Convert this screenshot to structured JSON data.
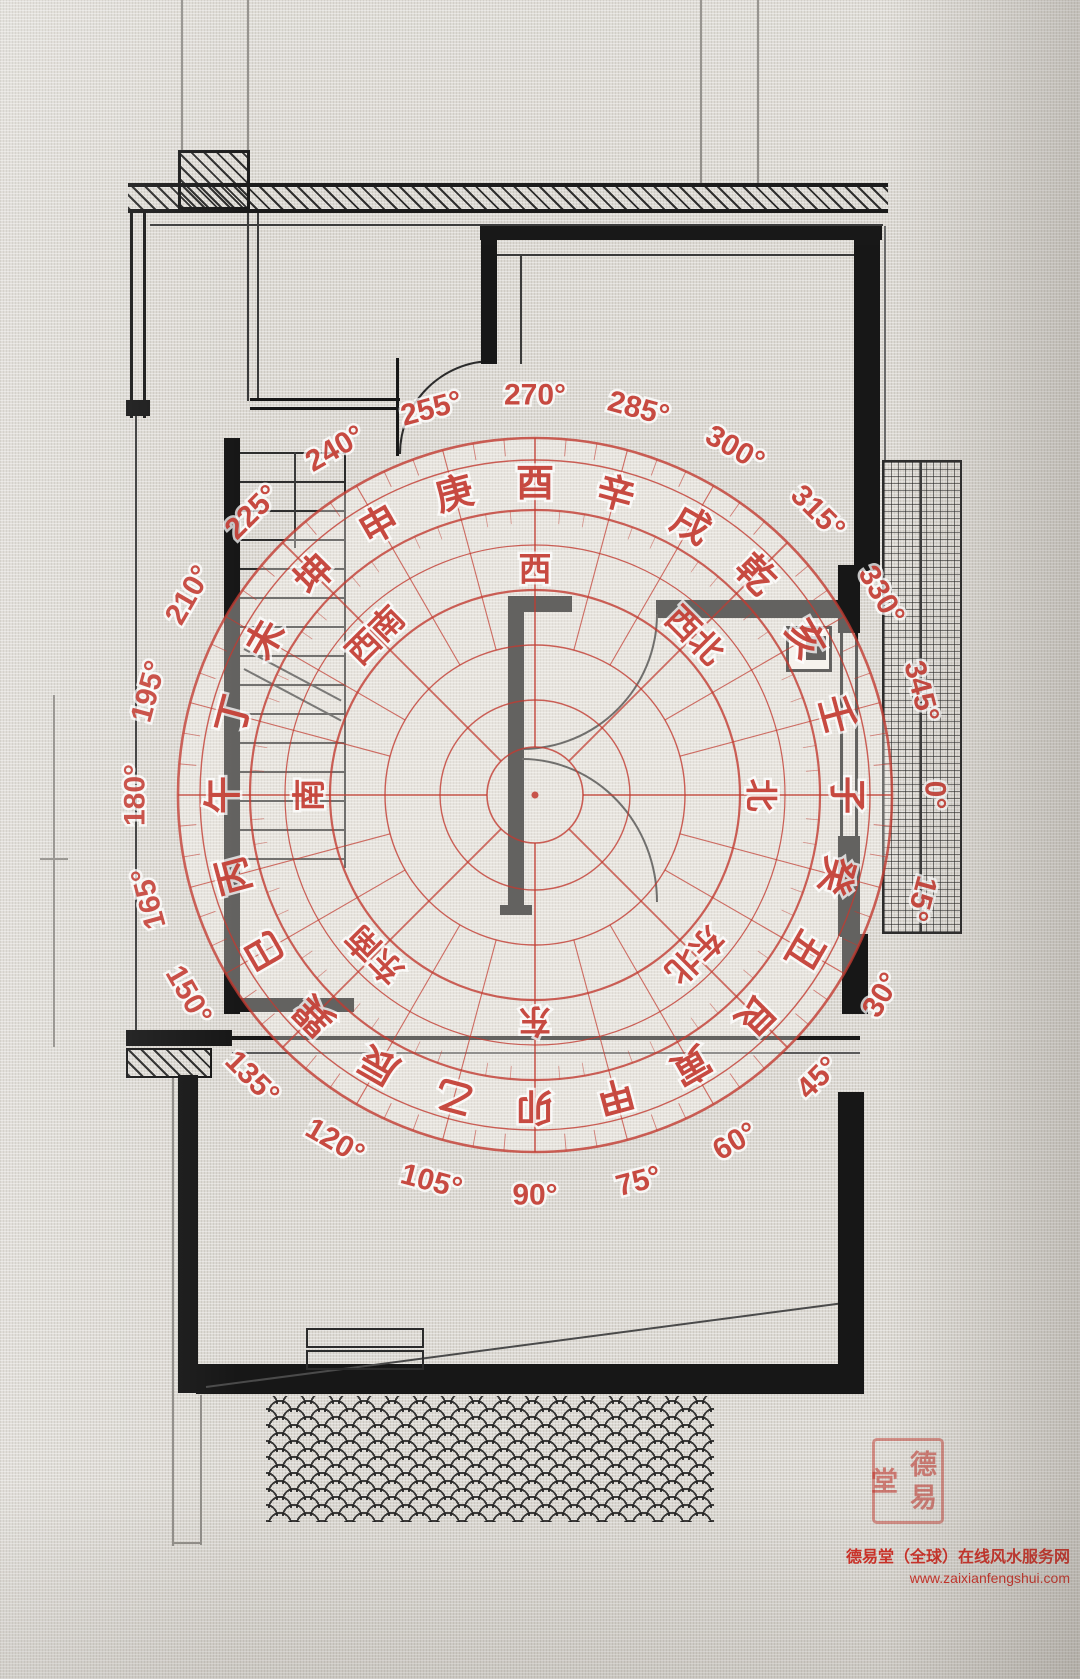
{
  "compass": {
    "color": "#c23b31",
    "degree_labels": [
      {
        "text": "0°",
        "deg": 0
      },
      {
        "text": "15°",
        "deg": 15
      },
      {
        "text": "30°",
        "deg": 30
      },
      {
        "text": "45°",
        "deg": 45
      },
      {
        "text": "60°",
        "deg": 60
      },
      {
        "text": "75°",
        "deg": 75
      },
      {
        "text": "90°",
        "deg": 90
      },
      {
        "text": "105°",
        "deg": 105
      },
      {
        "text": "120°",
        "deg": 120
      },
      {
        "text": "135°",
        "deg": 135
      },
      {
        "text": "150°",
        "deg": 150
      },
      {
        "text": "165°",
        "deg": 165
      },
      {
        "text": "180°",
        "deg": 180
      },
      {
        "text": "195°",
        "deg": 195
      },
      {
        "text": "210°",
        "deg": 210
      },
      {
        "text": "225°",
        "deg": 225
      },
      {
        "text": "240°",
        "deg": 240
      },
      {
        "text": "255°",
        "deg": 255
      },
      {
        "text": "270°",
        "deg": 270
      },
      {
        "text": "285°",
        "deg": 285
      },
      {
        "text": "300°",
        "deg": 300
      },
      {
        "text": "315°",
        "deg": 315
      },
      {
        "text": "330°",
        "deg": 330
      },
      {
        "text": "345°",
        "deg": 345
      }
    ],
    "mountain_labels": [
      {
        "text": "子",
        "deg": 0
      },
      {
        "text": "癸",
        "deg": 15
      },
      {
        "text": "丑",
        "deg": 30
      },
      {
        "text": "艮",
        "deg": 45
      },
      {
        "text": "寅",
        "deg": 60
      },
      {
        "text": "甲",
        "deg": 75
      },
      {
        "text": "卯",
        "deg": 90
      },
      {
        "text": "乙",
        "deg": 105
      },
      {
        "text": "辰",
        "deg": 120
      },
      {
        "text": "巽",
        "deg": 135
      },
      {
        "text": "巳",
        "deg": 150
      },
      {
        "text": "丙",
        "deg": 165
      },
      {
        "text": "午",
        "deg": 180
      },
      {
        "text": "丁",
        "deg": 195
      },
      {
        "text": "未",
        "deg": 210
      },
      {
        "text": "坤",
        "deg": 225
      },
      {
        "text": "申",
        "deg": 240
      },
      {
        "text": "庚",
        "deg": 255
      },
      {
        "text": "酉",
        "deg": 270
      },
      {
        "text": "辛",
        "deg": 285
      },
      {
        "text": "戌",
        "deg": 300
      },
      {
        "text": "乾",
        "deg": 315
      },
      {
        "text": "亥",
        "deg": 330
      },
      {
        "text": "壬",
        "deg": 345
      }
    ],
    "direction_labels": [
      {
        "text": "北",
        "deg": 0
      },
      {
        "text": "东北",
        "deg": 45
      },
      {
        "text": "东",
        "deg": 90
      },
      {
        "text": "东南",
        "deg": 135
      },
      {
        "text": "南",
        "deg": 180
      },
      {
        "text": "西南",
        "deg": 225
      },
      {
        "text": "西",
        "deg": 270
      },
      {
        "text": "西北",
        "deg": 315
      }
    ]
  },
  "watermark": {
    "site_name": "德易堂（全球）在线风水服务网",
    "site_url": "www.zaixianfengshui.com",
    "seal_text": "德易堂"
  }
}
